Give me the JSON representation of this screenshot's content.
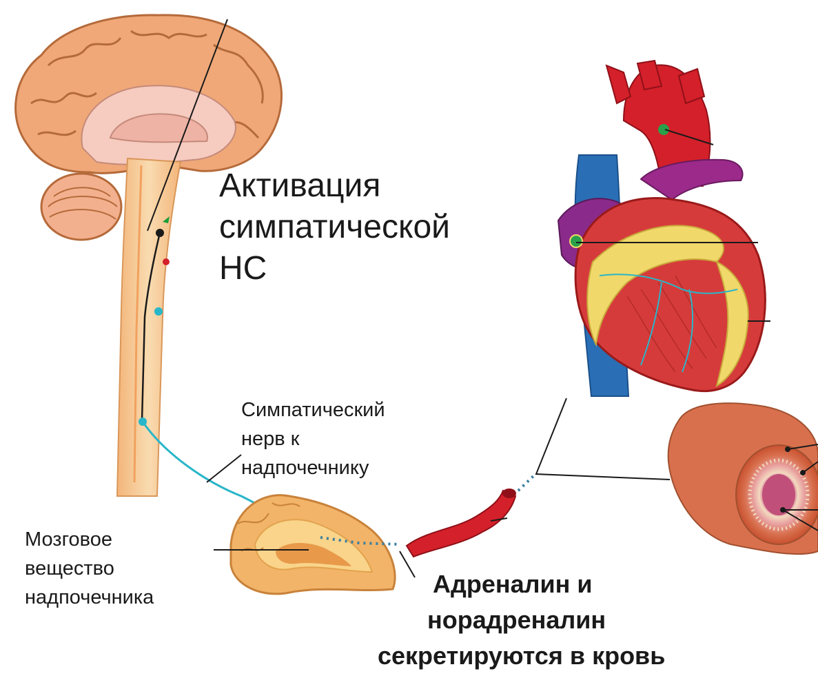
{
  "labels": {
    "activation": [
      "Активация",
      "симпатической",
      "НС"
    ],
    "sympathetic_nerve": [
      "Симпатический",
      "нерв к",
      "надпочечнику"
    ],
    "adrenal_medulla": [
      "Мозговое",
      "вещество",
      "надпочечника"
    ],
    "hormones": [
      "Адреналин и",
      "норадреналин",
      "секретируются в кровь"
    ]
  },
  "colors": {
    "brain_cortex": "#f0a878",
    "brain_inner": "#f6cbc0",
    "spinal_cord": "#f6c891",
    "nerve": "#29b6c9",
    "heart_muscle": "#d63b3b",
    "aorta": "#d4202a",
    "vena_cava": "#2a6fb5",
    "fat": "#f0d86a",
    "adrenal": "#f2b468",
    "vessel": "#d4202a"
  },
  "icons": [
    "brain-icon",
    "heart-icon",
    "blood-vessel-icon",
    "adrenal-gland-icon"
  ]
}
